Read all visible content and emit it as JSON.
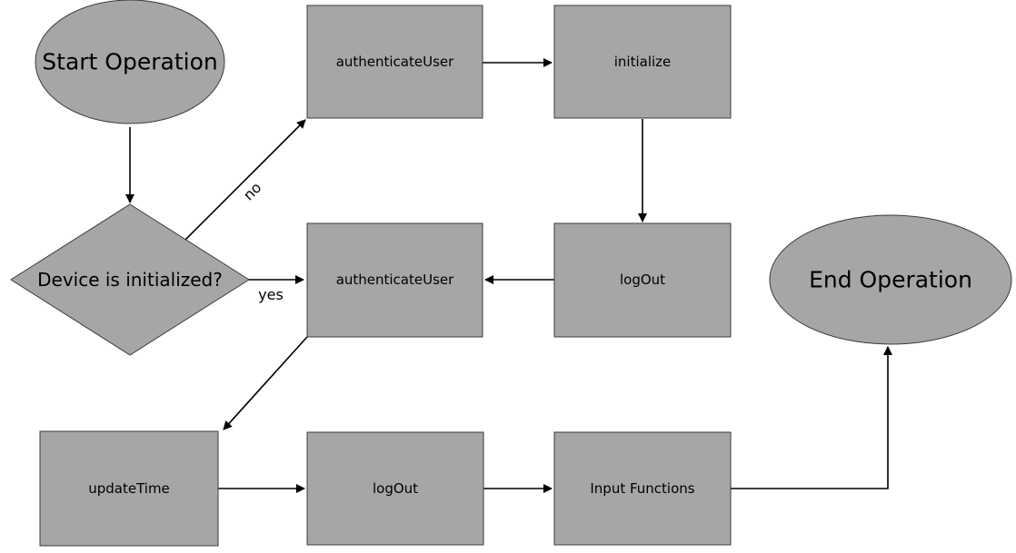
{
  "nodes": {
    "start": "Start Operation",
    "decision": "Device is initialized?",
    "auth1": "authenticateUser",
    "initialize": "initialize",
    "logout1": "logOut",
    "auth2": "authenticateUser",
    "updatetime": "updateTime",
    "logout2": "logOut",
    "inputfunctions": "Input Functions",
    "end": "End Operation"
  },
  "edges": {
    "no": "no",
    "yes": "yes"
  },
  "colors": {
    "node_fill": "#a6a6a6",
    "node_stroke": "#3b3b3b",
    "line": "#000000"
  }
}
